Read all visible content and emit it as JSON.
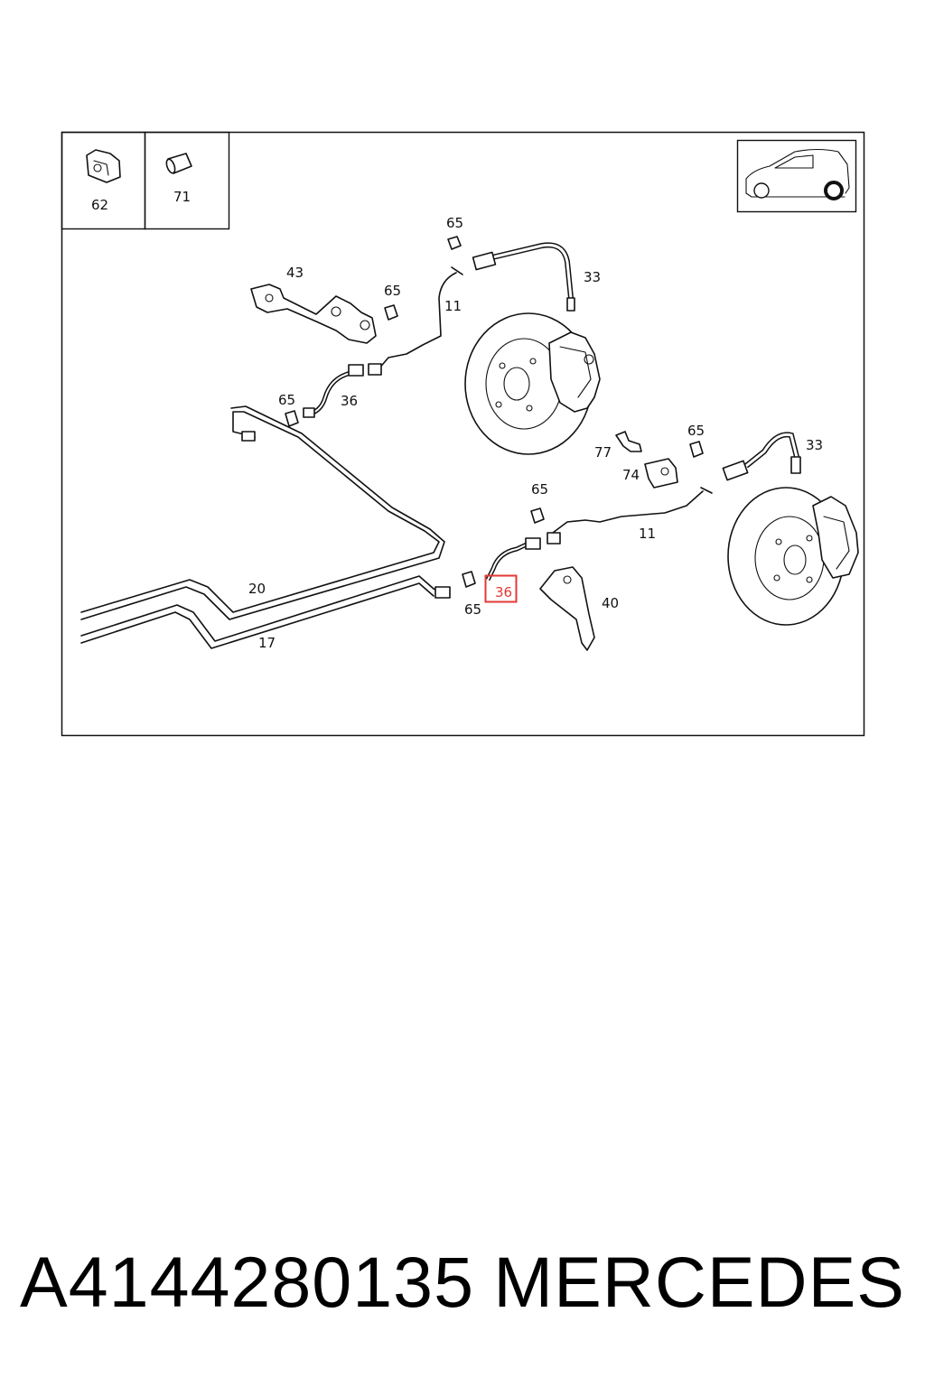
{
  "diagram": {
    "legend": [
      {
        "label": "62"
      },
      {
        "label": "71"
      }
    ],
    "callouts": {
      "c65a": "65",
      "c43": "43",
      "c65b": "65",
      "c11a": "11",
      "c33a": "33",
      "c65c": "65",
      "c36a": "36",
      "c77": "77",
      "c65d": "65",
      "c33b": "33",
      "c74": "74",
      "c65e": "65",
      "c11b": "11",
      "c20": "20",
      "c36b": "36",
      "c40": "40",
      "c65f": "65",
      "c17": "17"
    },
    "highlighted_callout": "36",
    "highlight_color": "#e53935"
  },
  "footer": {
    "part_number": "A4144280135",
    "brand": "MERCEDES"
  }
}
